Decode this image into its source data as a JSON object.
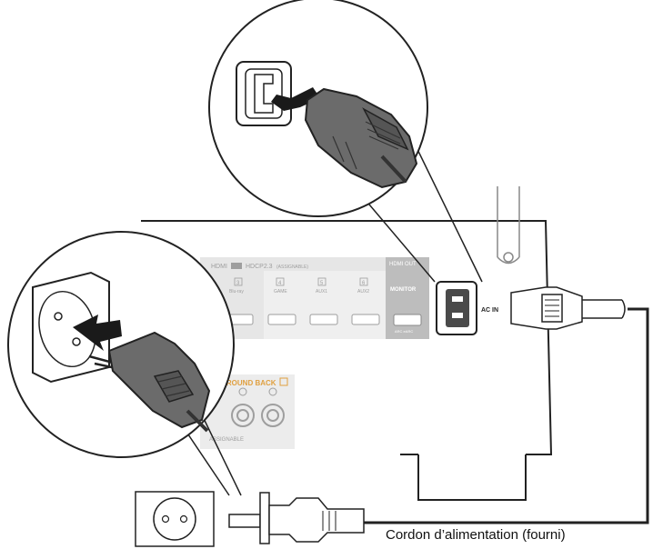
{
  "panel": {
    "hdmi_header": "HDMI",
    "hdcp_header": "HDCP2.3",
    "assignable_header": "(ASSIGNABLE)",
    "inputs": [
      {
        "num": "3",
        "label": "Blu-ray"
      },
      {
        "num": "4",
        "label": "GAME"
      },
      {
        "num": "5",
        "label": "AUX1"
      },
      {
        "num": "6",
        "label": "AUX2"
      }
    ],
    "monitor_label": "MONITOR",
    "monitor_sub": "ARC eARC",
    "hdmi_out": "HDMI OUT",
    "surround_back": "SURROUND BACK",
    "speaker_assignable": "ASSIGNABLE",
    "ac_in": "AC IN"
  },
  "caption": "Cordon d’alimentation (fourni)",
  "colors": {
    "panel_gray": "#e6e6e6",
    "label_gray": "#9e9e9e",
    "plug_gray": "#6b6b6b",
    "highlight": "#e0a040"
  }
}
